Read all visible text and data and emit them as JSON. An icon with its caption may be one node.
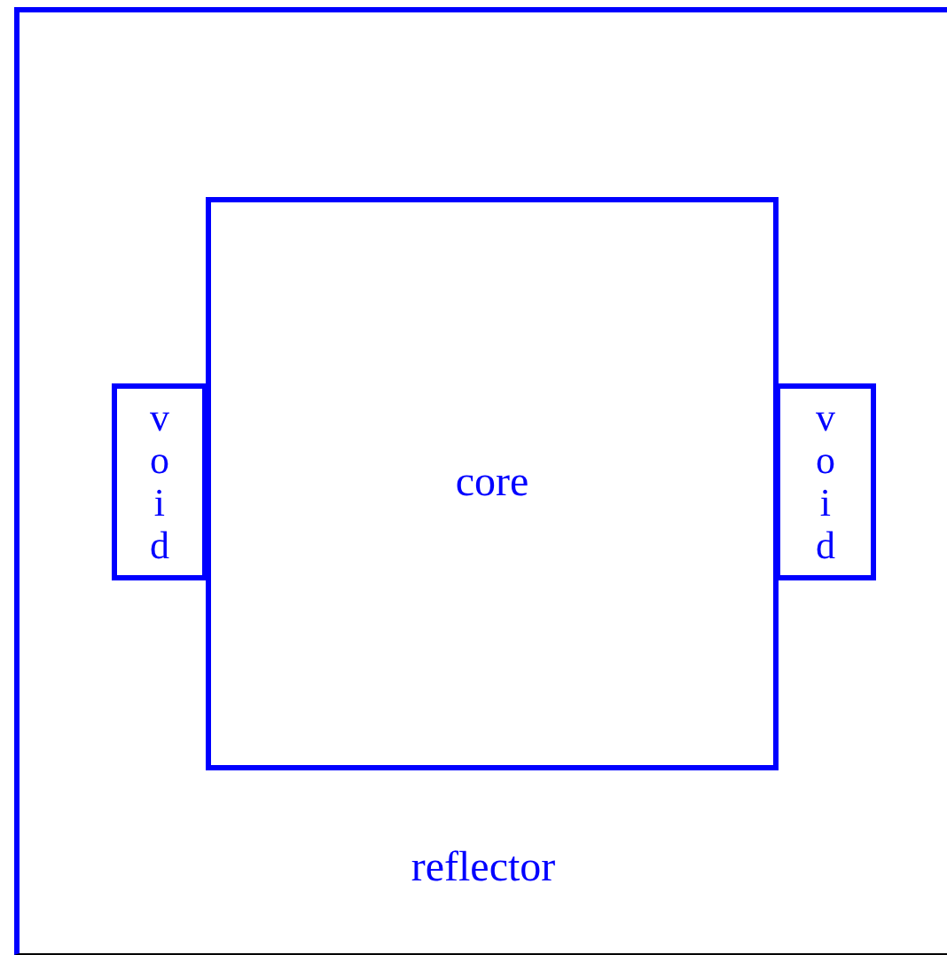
{
  "diagram": {
    "nodes": [
      {
        "text": [
          "reflector"
        ]
      },
      {
        "text": [
          "core"
        ],
        "in": 0
      },
      {
        "text": [
          "void"
        ],
        "in": 0
      },
      {
        "text": [
          "void"
        ],
        "in": 0
      }
    ]
  }
}
